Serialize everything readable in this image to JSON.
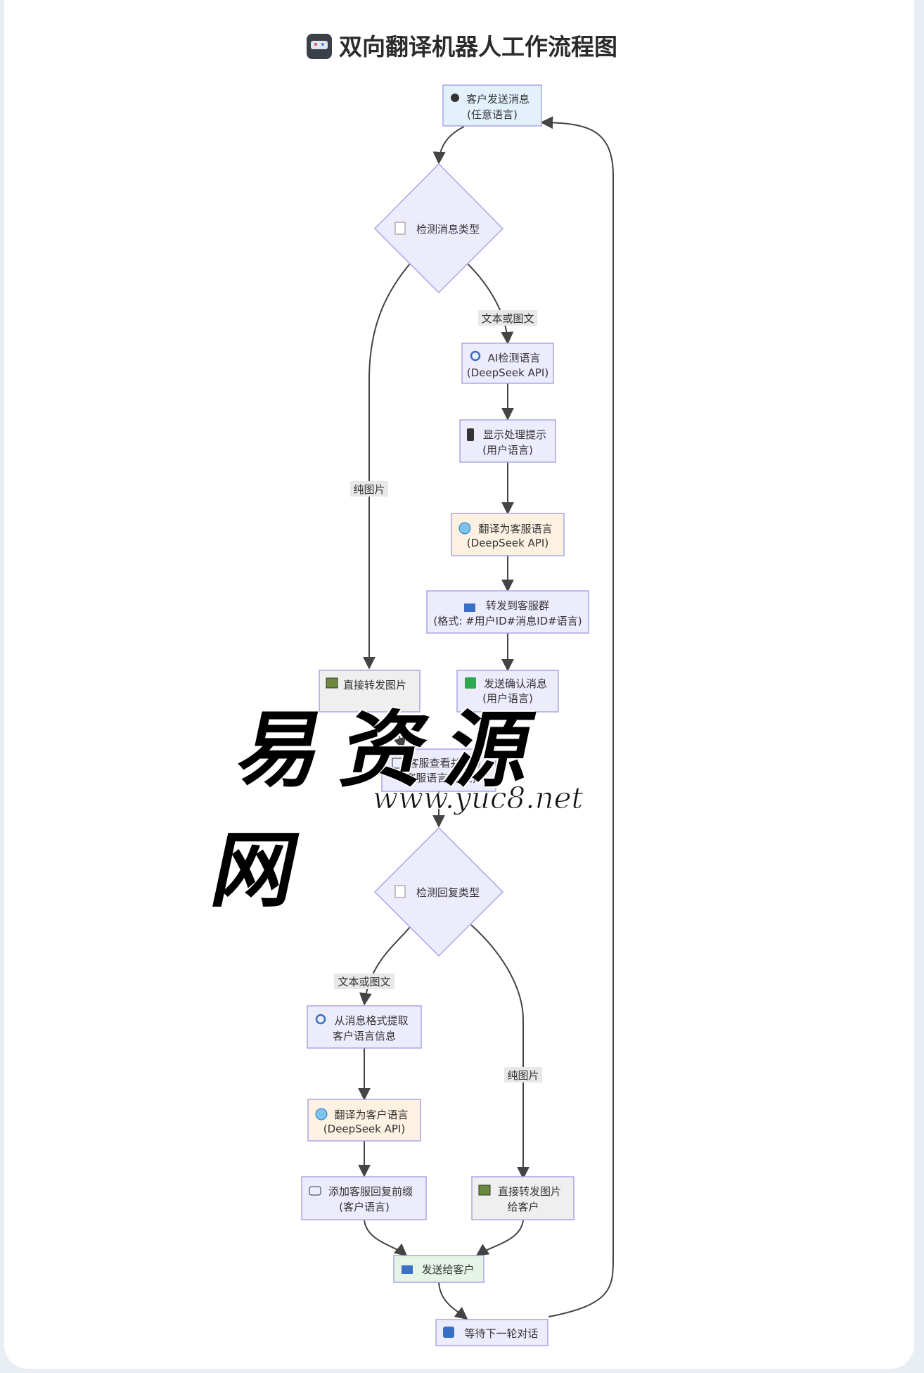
{
  "title": "双向翻译机器人工作流程图",
  "title_icon": "robot-icon",
  "nodes": {
    "customer_send": {
      "icon": "person-icon",
      "line1": "客户发送消息",
      "line2": "(任意语言)"
    },
    "detect_type": {
      "icon": "memo-icon",
      "line1": "检测消息类型"
    },
    "ai_detect": {
      "icon": "magnifier-icon",
      "line1": "AI检测语言",
      "line2": "(DeepSeek API)"
    },
    "show_tip": {
      "icon": "phone-icon",
      "line1": "显示处理提示",
      "line2": "(用户语言)"
    },
    "translate_cs": {
      "icon": "globe-icon",
      "line1": "翻译为客服语言",
      "line2": "(DeepSeek API)"
    },
    "forward_group": {
      "icon": "outbox-icon",
      "line1": "转发到客服群",
      "line2": "(格式: #用户ID#消息ID#语言)"
    },
    "forward_image": {
      "icon": "picture-icon",
      "line1": "直接转发图片"
    },
    "send_confirm": {
      "icon": "check-icon",
      "line1": "发送确认消息",
      "line2": "(用户语言)"
    },
    "cs_reply": {
      "icon": "reply-icon",
      "line1": "客服查看并回复",
      "line2": "(客服语言-中文)"
    },
    "detect_reply": {
      "icon": "memo-icon",
      "line1": "检测回复类型"
    },
    "extract": {
      "icon": "magnifier-icon",
      "line1": "从消息格式提取",
      "line2": "客户语言信息"
    },
    "translate_customer": {
      "icon": "globe-icon",
      "line1": "翻译为客户语言",
      "line2": "(DeepSeek API)"
    },
    "add_prefix": {
      "icon": "speech-icon",
      "line1": "添加客服回复前缀",
      "line2": "(客户语言)"
    },
    "forward_image_customer": {
      "icon": "picture-icon",
      "line1": "直接转发图片",
      "line2": "给客户"
    },
    "send_customer": {
      "icon": "outbox-icon",
      "line1": "发送给客户"
    },
    "wait_next": {
      "icon": "cycle-icon",
      "line1": "等待下一轮对话"
    }
  },
  "edge_labels": {
    "text_or_mixed_1": "文本或图文",
    "image_only_1": "纯图片",
    "text_or_mixed_2": "文本或图文",
    "image_only_2": "纯图片"
  },
  "colors": {
    "node_default": "#ececfd",
    "node_border": "#a9a6e6",
    "node_blue": "#e3f1fb",
    "node_orange": "#fdf2e1",
    "node_grey": "#efefef",
    "node_green": "#e6f4e8",
    "edge": "#444444"
  },
  "watermark": {
    "text": "易资源网",
    "url": "www.yuc8.net"
  }
}
